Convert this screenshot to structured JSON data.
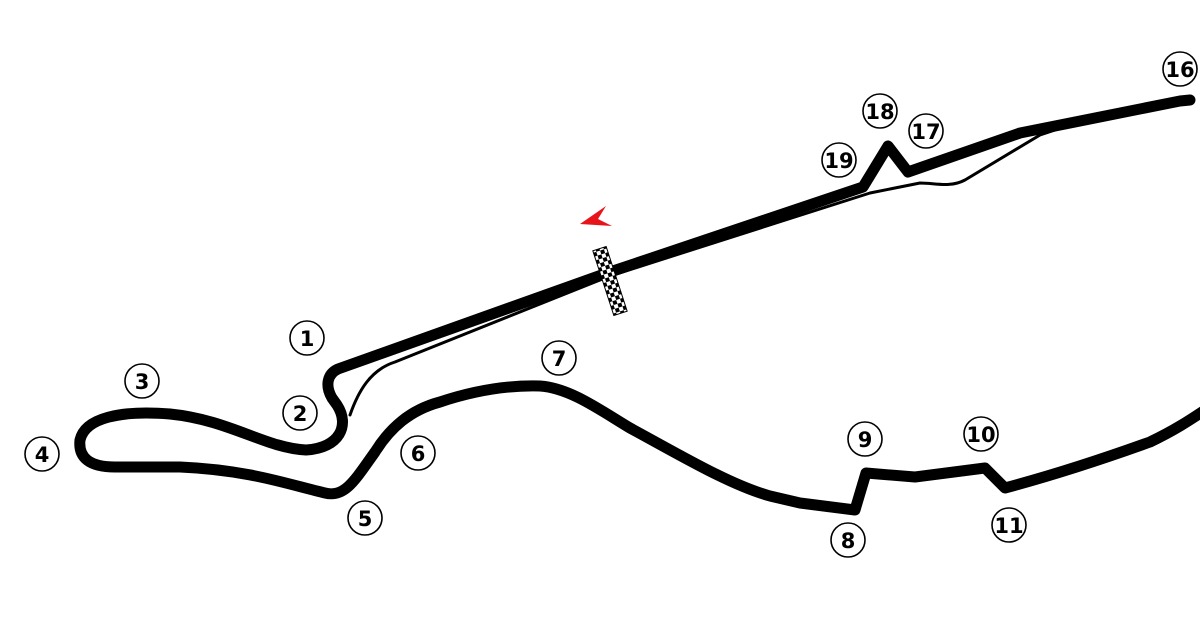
{
  "map": {
    "track_color": "#000000",
    "background_color": "#ffffff",
    "direction_arrow_color": "#e8141c",
    "turns": [
      {
        "id": "turn-1",
        "label": "1"
      },
      {
        "id": "turn-2",
        "label": "2"
      },
      {
        "id": "turn-3",
        "label": "3"
      },
      {
        "id": "turn-4",
        "label": "4"
      },
      {
        "id": "turn-5",
        "label": "5"
      },
      {
        "id": "turn-6",
        "label": "6"
      },
      {
        "id": "turn-7",
        "label": "7"
      },
      {
        "id": "turn-8",
        "label": "8"
      },
      {
        "id": "turn-9",
        "label": "9"
      },
      {
        "id": "turn-10",
        "label": "10"
      },
      {
        "id": "turn-11",
        "label": "11"
      },
      {
        "id": "turn-16",
        "label": "16"
      },
      {
        "id": "turn-17",
        "label": "17"
      },
      {
        "id": "turn-18",
        "label": "18"
      },
      {
        "id": "turn-19",
        "label": "19"
      }
    ],
    "icons": {
      "start_finish": "checkered-flag-icon",
      "direction": "direction-arrow-icon"
    }
  }
}
